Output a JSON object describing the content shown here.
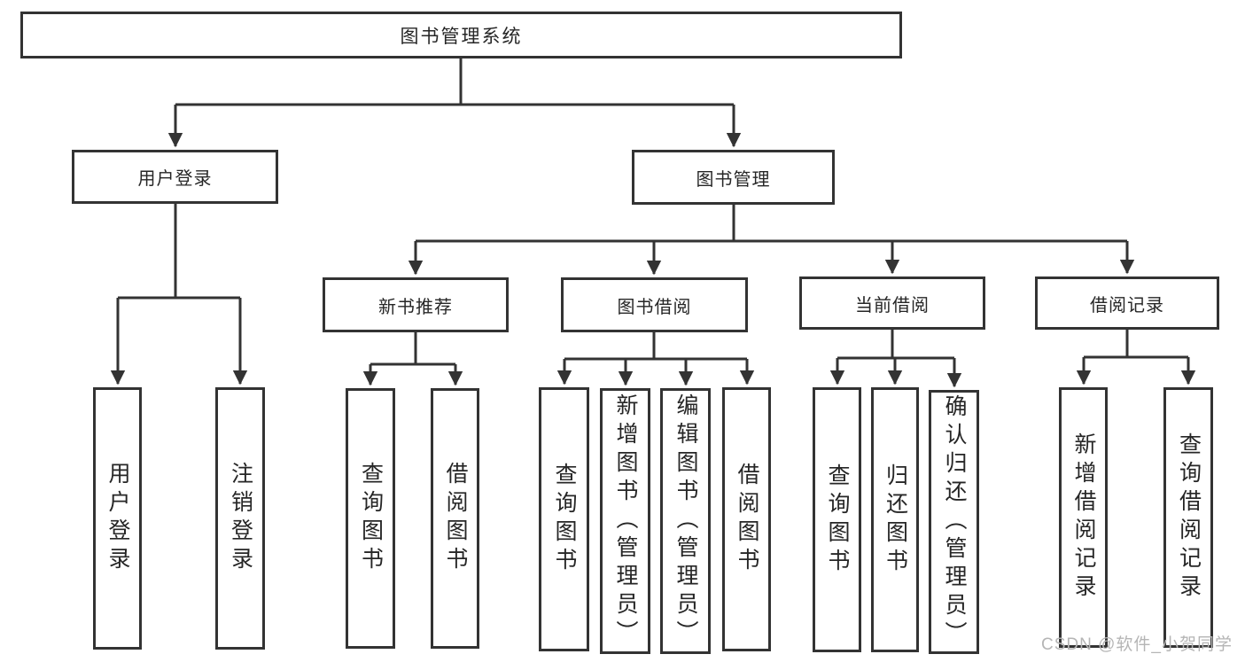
{
  "nodes": {
    "root": {
      "label": "图书管理系统"
    },
    "user_login": {
      "label": "用户登录"
    },
    "book_mgmt": {
      "label": "图书管理"
    },
    "new_book_rec": {
      "label": "新书推荐"
    },
    "book_borrow": {
      "label": "图书借阅"
    },
    "current_borrow": {
      "label": "当前借阅"
    },
    "borrow_records": {
      "label": "借阅记录"
    },
    "leaf_user_login": {
      "label": "用户登录"
    },
    "leaf_logout": {
      "label": "注销登录"
    },
    "leaf_query_book_1": {
      "label": "查询图书"
    },
    "leaf_borrow_book_1": {
      "label": "借阅图书"
    },
    "leaf_query_book_2": {
      "label": "查询图书"
    },
    "leaf_add_book": {
      "label": "新增图书（管理员）"
    },
    "leaf_edit_book": {
      "label": "编辑图书（管理员）"
    },
    "leaf_borrow_book_2": {
      "label": "借阅图书"
    },
    "leaf_query_book_3": {
      "label": "查询图书"
    },
    "leaf_return_book": {
      "label": "归还图书"
    },
    "leaf_confirm_return": {
      "label": "确认归还（管理员）"
    },
    "leaf_add_borrow_record": {
      "label": "新增借阅记录"
    },
    "leaf_query_borrow_record": {
      "label": "查询借阅记录"
    }
  },
  "hierarchy": {
    "root": "图书管理系统",
    "children": [
      {
        "label": "用户登录",
        "children": [
          "用户登录",
          "注销登录"
        ]
      },
      {
        "label": "图书管理",
        "children": [
          {
            "label": "新书推荐",
            "children": [
              "查询图书",
              "借阅图书"
            ]
          },
          {
            "label": "图书借阅",
            "children": [
              "查询图书",
              "新增图书（管理员）",
              "编辑图书（管理员）",
              "借阅图书"
            ]
          },
          {
            "label": "当前借阅",
            "children": [
              "查询图书",
              "归还图书",
              "确认归还（管理员）"
            ]
          },
          {
            "label": "借阅记录",
            "children": [
              "新增借阅记录",
              "查询借阅记录"
            ]
          }
        ]
      }
    ]
  },
  "watermark": {
    "text": "CSDN @软件_小贺同学"
  },
  "colors": {
    "line": "#333333",
    "box_border": "#333333",
    "text": "#262626",
    "watermark": "#b5b5b5",
    "background": "#ffffff"
  }
}
